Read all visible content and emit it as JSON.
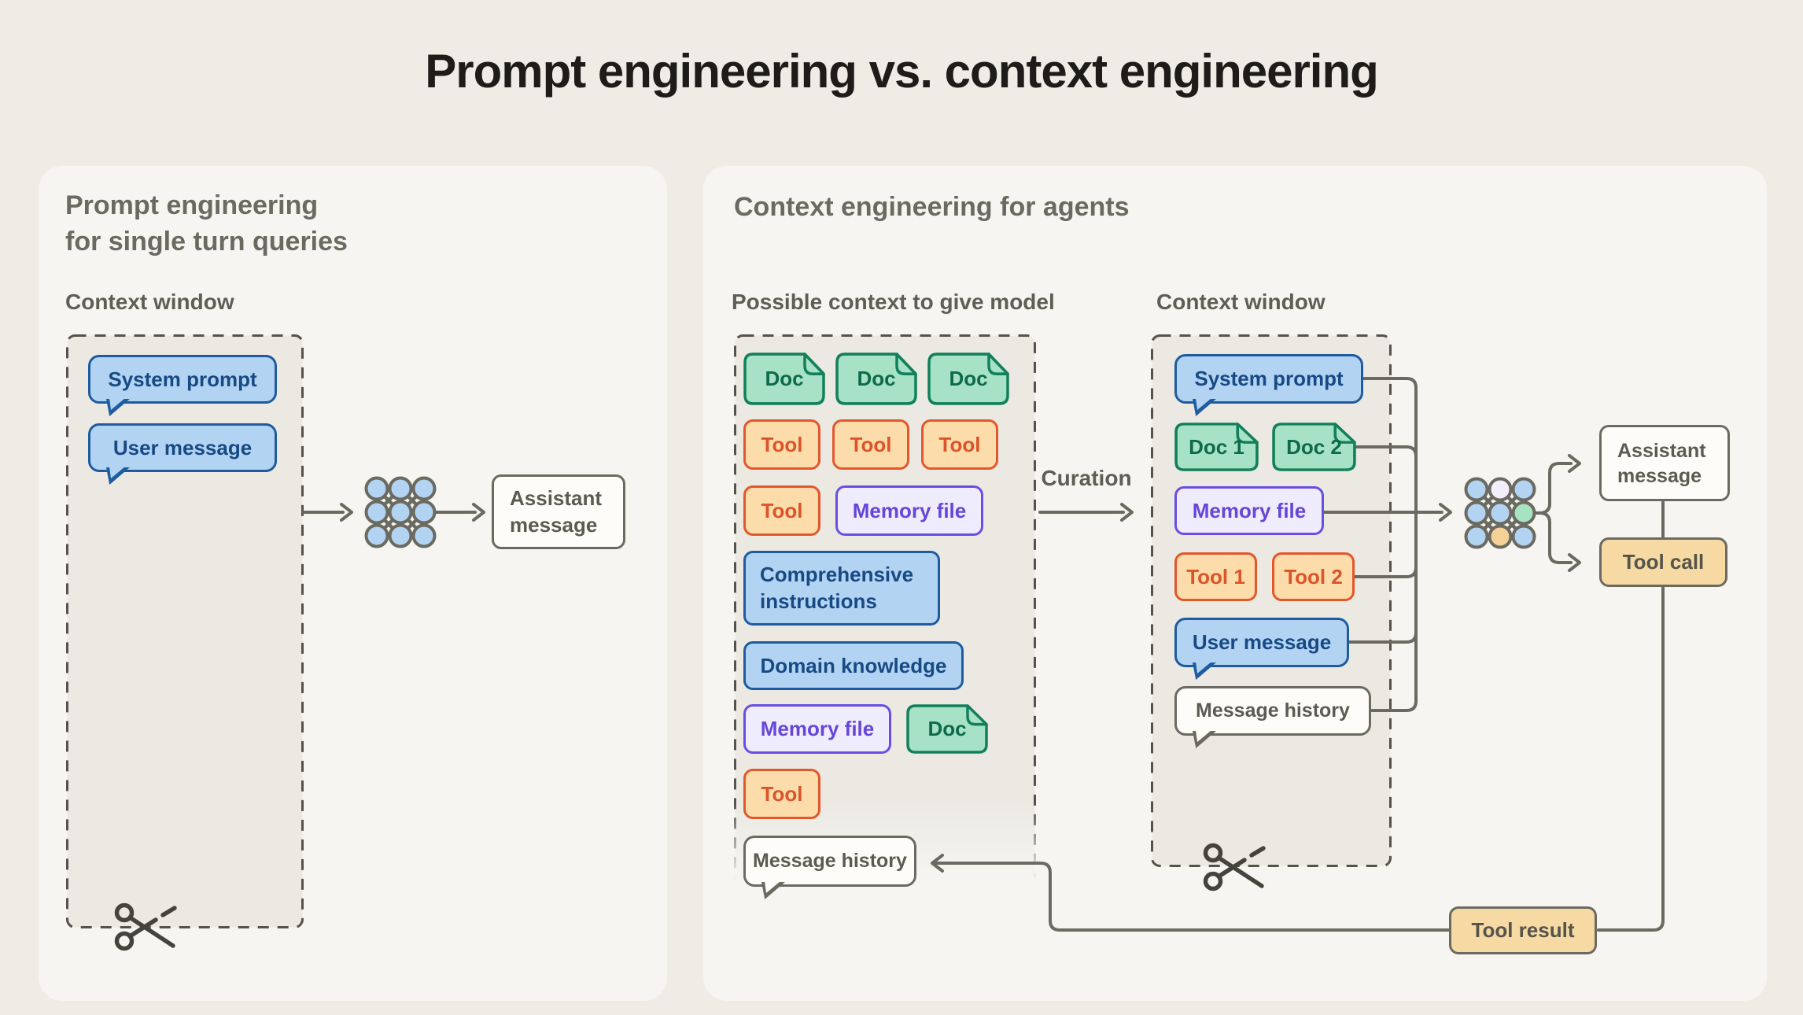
{
  "title": "Prompt engineering vs. context engineering",
  "colors": {
    "background": "#efece6",
    "panel": "#f7f5f1",
    "context_window_fill": "#ebe9e2",
    "line_gray": "#6b6a61",
    "text_gray": "#5f5e56",
    "blue_fill": "#b3d3f2",
    "blue_border": "#1e5c9f",
    "blue_text": "#174a85",
    "green_fill": "#a7e2c6",
    "green_border": "#12805a",
    "green_text": "#0d6b49",
    "orange_fill": "#fcdcab",
    "orange_border": "#e2572c",
    "orange_text": "#dc5427",
    "purple_fill": "#efecfd",
    "purple_border": "#6a4ee2",
    "purple_text": "#6646d8",
    "tan_fill": "#f6d9a3",
    "node_green": "#a5e3c1",
    "node_orange": "#f6d197",
    "node_lavender": "#f2effb"
  },
  "icons": {
    "model": "neural-network-icon",
    "trim": "scissors-icon"
  },
  "left_panel": {
    "heading_line1": "Prompt engineering",
    "heading_line2": "for single turn queries",
    "context_window_label": "Context window",
    "system_prompt": "System prompt",
    "user_message": "User message",
    "assistant_message": "Assistant message"
  },
  "right_panel": {
    "heading": "Context engineering for agents",
    "possible_context_label": "Possible context to give model",
    "context_window_label": "Context window",
    "curation_label": "Curation",
    "possible_context": {
      "docs_row": [
        "Doc",
        "Doc",
        "Doc"
      ],
      "tools_row": [
        "Tool",
        "Tool",
        "Tool"
      ],
      "tool_4": "Tool",
      "memory_file_1": "Memory file",
      "comprehensive_instructions": "Comprehensive instructions",
      "domain_knowledge": "Domain knowledge",
      "memory_file_2": "Memory file",
      "doc_4": "Doc",
      "tool_5": "Tool",
      "message_history": "Message history"
    },
    "context_window": {
      "system_prompt": "System prompt",
      "doc_1": "Doc 1",
      "doc_2": "Doc 2",
      "memory_file": "Memory file",
      "tool_1": "Tool 1",
      "tool_2": "Tool 2",
      "user_message": "User message",
      "message_history": "Message history"
    },
    "outputs": {
      "assistant_message": "Assistant message",
      "tool_call": "Tool call",
      "tool_result": "Tool result"
    }
  }
}
